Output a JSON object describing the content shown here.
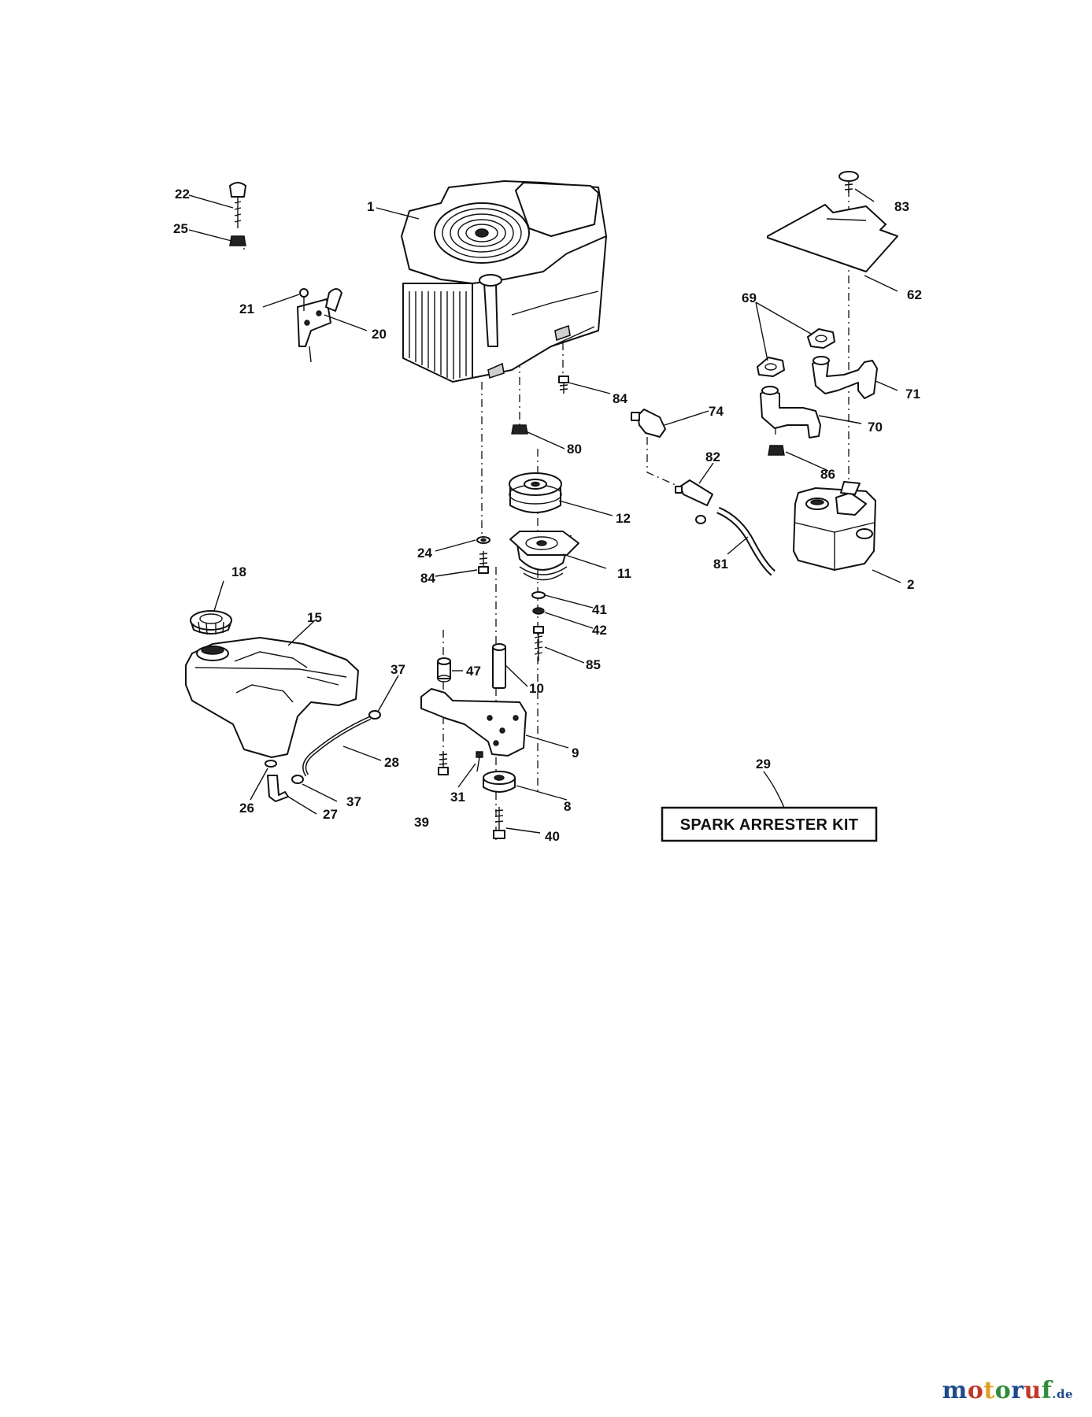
{
  "callouts": {
    "c1": "1",
    "c2": "2",
    "c8": "8",
    "c9": "9",
    "c10": "10",
    "c11": "11",
    "c12": "12",
    "c15": "15",
    "c18": "18",
    "c20": "20",
    "c21": "21",
    "c22": "22",
    "c24": "24",
    "c25": "25",
    "c26": "26",
    "c27": "27",
    "c28": "28",
    "c29": "29",
    "c31": "31",
    "c37a": "37",
    "c37b": "37",
    "c39": "39",
    "c40": "40",
    "c41": "41",
    "c42": "42",
    "c47": "47",
    "c62": "62",
    "c69": "69",
    "c70": "70",
    "c71": "71",
    "c74": "74",
    "c80": "80",
    "c81": "81",
    "c82": "82",
    "c83": "83",
    "c84a": "84",
    "c84b": "84",
    "c85": "85",
    "c86": "86"
  },
  "kit_label": "SPARK ARRESTER KIT",
  "watermark": {
    "brand": "motoruf",
    "domain": ".de",
    "colors": [
      "#1e4a8a",
      "#c0392b",
      "#e0a020",
      "#2e8b3a",
      "#1e4a8a",
      "#c0392b",
      "#2e8b3a"
    ]
  }
}
